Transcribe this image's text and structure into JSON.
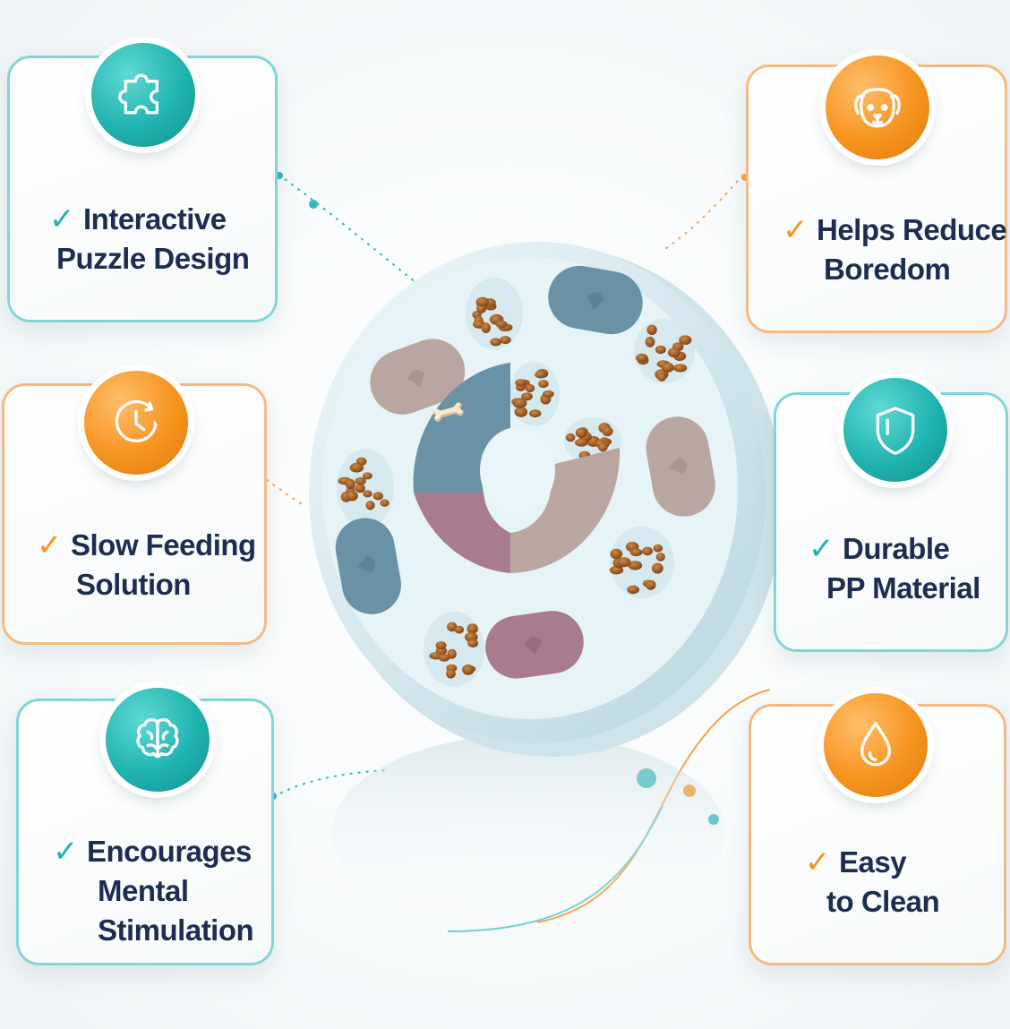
{
  "features": [
    {
      "id": "puzzle",
      "lines": [
        "Interactive",
        "Puzzle Design"
      ],
      "icon": "puzzle-icon",
      "accent": "#1fb3b0"
    },
    {
      "id": "boredom",
      "lines": [
        "Helps Reduce",
        "Boredom"
      ],
      "icon": "dog-face-icon",
      "accent": "#f6941f"
    },
    {
      "id": "slow",
      "lines": [
        "Slow Feeding",
        "Solution"
      ],
      "icon": "clock-icon",
      "accent": "#f6941f"
    },
    {
      "id": "durable",
      "lines": [
        "Durable",
        "PP Material"
      ],
      "icon": "shield-icon",
      "accent": "#1fb3b0"
    },
    {
      "id": "mental",
      "lines": [
        "Encourages",
        "Mental",
        "Stimulation"
      ],
      "icon": "brain-icon",
      "accent": "#1fb3b0"
    },
    {
      "id": "clean",
      "lines": [
        "Easy",
        "to Clean"
      ],
      "icon": "water-drop-icon",
      "accent": "#f6941f"
    }
  ],
  "check_mark": "✓",
  "colors": {
    "teal": "#1fb3b0",
    "orange": "#f6941f",
    "text": "#1c2d4f",
    "bowl": "#d9edf2",
    "blue_piece": "#6a92a6",
    "taupe_piece": "#b9a6a0",
    "mauve_piece": "#a87c8e",
    "kibble": "#a4602a"
  }
}
